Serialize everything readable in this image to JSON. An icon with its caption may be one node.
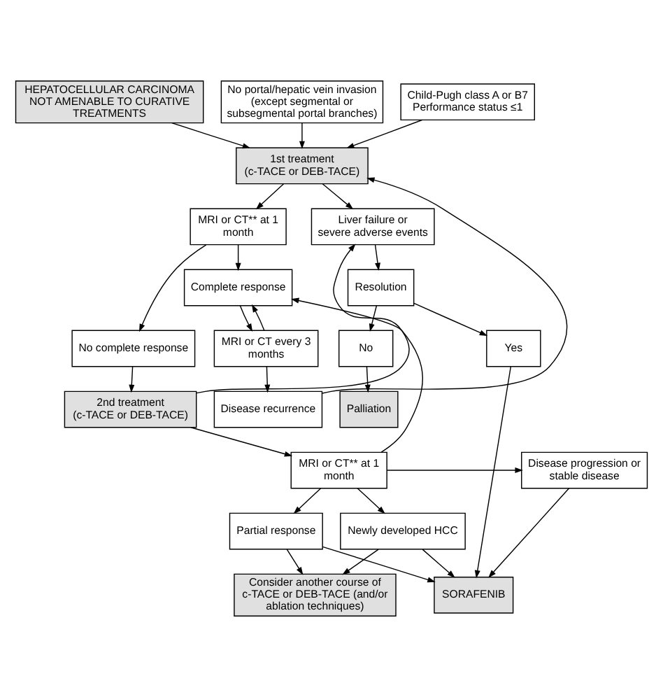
{
  "diagram": {
    "nodes": [
      {
        "text": [
          "HEPATOCELLULAR CARCINOMA NOT AMENABLE TO CURATIVE TREATMENTS"
        ]
      },
      {
        "text": [
          "No portal/hepatic vein invasion (except segmental or subsegmental portal branches)"
        ]
      },
      {
        "text": [
          "Child-Pugh class A or B7 Performance status ≤1"
        ]
      },
      {
        "text": [
          "1st treatment (c-TACE or DEB-TACE)"
        ]
      },
      {
        "text": [
          "Liver failure or severe adverse events"
        ]
      },
      {
        "text": [
          "MRI or CT** at 1 month"
        ]
      },
      {
        "text": [
          "Complete response"
        ]
      },
      {
        "text": [
          "No"
        ]
      },
      {
        "text": [
          "Resolution"
        ]
      },
      {
        "text": [
          "No complete response"
        ]
      },
      {
        "text": [
          "Palliation"
        ]
      },
      {
        "text": [
          "Yes"
        ]
      },
      {
        "text": [
          "2nd treatment (c-TACE or DEB-TACE)"
        ]
      },
      {
        "text": [
          "MRI or CT every 3 months"
        ]
      },
      {
        "text": [
          "MRI or CT** at 1 month"
        ]
      },
      {
        "text": [
          "Disease progression or stable disease"
        ]
      },
      {
        "text": [
          "Disease recurrence"
        ]
      },
      {
        "text": [
          "Partial response"
        ]
      },
      {
        "text": [
          "Newly developed HCC"
        ]
      },
      {
        "text": [
          "Consider another course of c-TACE or DEB-TACE (and/or ablation techniques)"
        ]
      },
      {
        "text": [
          "SORAFENIB"
        ]
      }
    ],
    "edges": [
      {
        "from": 0,
        "to": 3,
        "arrow": "to"
      },
      {
        "from": 1,
        "to": 3,
        "arrow": "to"
      },
      {
        "from": 2,
        "to": 3,
        "arrow": "to"
      },
      {
        "from": 16,
        "to": 3,
        "arrow": "to"
      },
      {
        "from": 3,
        "to": 5,
        "arrow": "to"
      },
      {
        "from": 3,
        "to": 4,
        "arrow": "to"
      },
      {
        "from": 5,
        "to": 6,
        "arrow": "to"
      },
      {
        "from": 5,
        "to": 9,
        "arrow": "to"
      },
      {
        "from": 4,
        "to": 8,
        "arrow": "to"
      },
      {
        "from": 8,
        "to": 7,
        "arrow": "to"
      },
      {
        "from": 7,
        "to": 10,
        "arrow": "to"
      },
      {
        "from": 8,
        "to": 11,
        "arrow": "to"
      },
      {
        "from": 9,
        "to": 12,
        "arrow": "to"
      },
      {
        "from": 12,
        "to": 14,
        "arrow": "to"
      },
      {
        "from": 12,
        "to": 4,
        "arrow": "to"
      },
      {
        "from": 6,
        "to": 13,
        "arrow": "to"
      },
      {
        "from": 13,
        "to": 6,
        "arrow": "to"
      },
      {
        "from": 14,
        "to": 6,
        "arrow": "to"
      },
      {
        "from": 13,
        "to": 16,
        "arrow": "to"
      },
      {
        "from": 14,
        "to": 15,
        "arrow": "to"
      },
      {
        "from": 14,
        "to": 17,
        "arrow": "to"
      },
      {
        "from": 14,
        "to": 18,
        "arrow": "to"
      },
      {
        "from": 11,
        "to": 20,
        "arrow": "to"
      },
      {
        "from": 15,
        "to": 20,
        "arrow": "to"
      },
      {
        "from": 17,
        "to": 19,
        "arrow": "to"
      },
      {
        "from": 17,
        "to": 20,
        "arrow": "to"
      },
      {
        "from": 18,
        "to": 19,
        "arrow": "to"
      },
      {
        "from": 18,
        "to": 20,
        "arrow": "to"
      }
    ]
  }
}
